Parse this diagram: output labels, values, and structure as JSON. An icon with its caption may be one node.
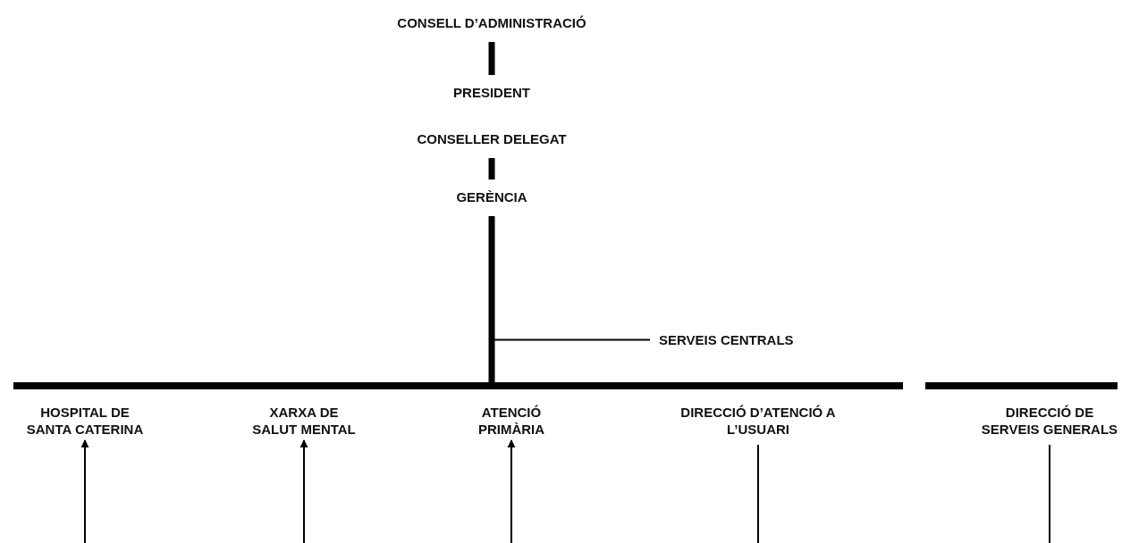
{
  "diagram": {
    "nodes": [
      {
        "text": [
          "CONSELL D’ADMINISTRACIÓ"
        ]
      },
      {
        "text": [
          "PRESIDENT"
        ]
      },
      {
        "text": [
          "CONSELLER DELEGAT"
        ]
      },
      {
        "text": [
          "GERÈNCIA"
        ]
      },
      {
        "text": [
          "SERVEIS CENTRALS"
        ]
      },
      {
        "text": [],
        "shape": "bar"
      },
      {
        "text": [],
        "shape": "bar"
      },
      {
        "text": [
          "HOSPITAL DE SANTA CATERINA"
        ]
      },
      {
        "text": [
          "XARXA DE SALUT MENTAL"
        ]
      },
      {
        "text": [
          "ATENCIÓ PRIMÀRIA"
        ]
      },
      {
        "text": [
          "DIRECCIÓ D’ATENCIÓ A L’USUARI"
        ]
      },
      {
        "text": [
          "DIRECCIÓ DE SERVEIS GENERALS"
        ]
      }
    ],
    "edges": [
      {
        "from": 0,
        "to": 1,
        "arrow": "none",
        "style": "thick"
      },
      {
        "from": 2,
        "to": 3,
        "arrow": "none",
        "style": "thick"
      },
      {
        "from": 3,
        "to": 5,
        "arrow": "none",
        "style": "thick"
      },
      {
        "from": 3,
        "to": 4,
        "arrow": "none"
      },
      {
        "from": null,
        "to": 7,
        "arrow": "to"
      },
      {
        "from": null,
        "to": 8,
        "arrow": "to"
      },
      {
        "from": null,
        "to": 9,
        "arrow": "to"
      },
      {
        "from": 10,
        "to": null,
        "arrow": "none"
      },
      {
        "from": 11,
        "to": null,
        "arrow": "none"
      }
    ]
  }
}
